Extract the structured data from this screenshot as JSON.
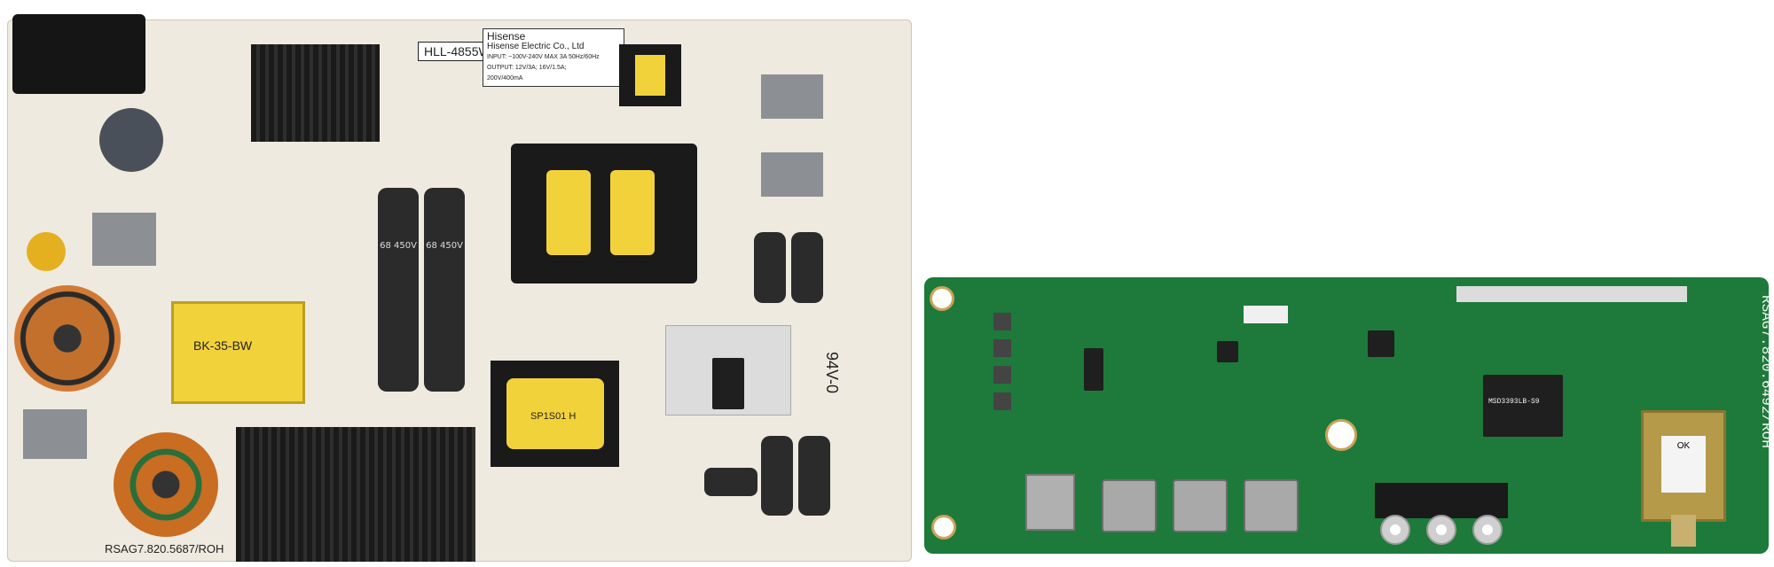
{
  "psu_board": {
    "model_label": "HLL-4855WC",
    "brand_lines": [
      "Hisense",
      "Hisense Electric Co., Ltd"
    ],
    "input_spec": "INPUT: ~100V-240V MAX 3A 50Hz/60Hz",
    "output_spec": "OUTPUT: 12V/3A; 16V/1.5A;",
    "output_spec2": "200V/400mA",
    "part_number": "RSAG7.820.5687/ROH",
    "transformer_label": "BK-35-BW",
    "transformer2_label": "SP1S01 H",
    "rating_mark": "94V-0",
    "capacitor_text": "68 450V"
  },
  "main_board": {
    "part_number": "RSAG7.820.6492/ROH",
    "chip_label": "MSD3393LB-S9",
    "tuner_text": "OK"
  },
  "colors": {
    "psu_board": "#eeeadf",
    "main_board": "#1d7a3a"
  }
}
